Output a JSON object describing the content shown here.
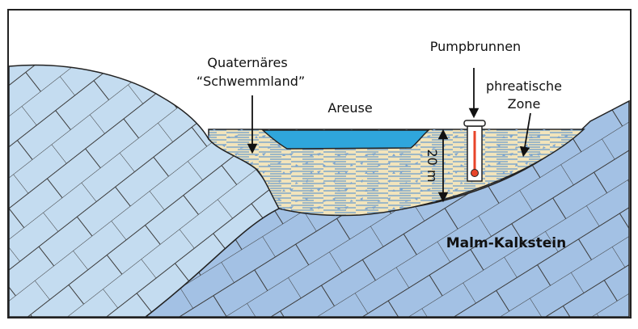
{
  "labels": {
    "quaternaer_line1": "Quaternäres",
    "quaternaer_line2": "“Schwemmland”",
    "areuse": "Areuse",
    "pumpbrunnen": "Pumpbrunnen",
    "phreatisch_line1": "phreatische",
    "phreatisch_line2": "Zone",
    "depth": "20 m",
    "malm": "Malm-Kalkstein"
  },
  "colors": {
    "frame": "#222222",
    "rock_left": "#c4dcf0",
    "rock_right": "#a3c1e4",
    "rock_lines": "#333333",
    "sediment": "#f2e4bb",
    "sediment_stripes": "#6a9ccd",
    "river": "#2fa6dc",
    "pump_fill": "#ffffff",
    "pump_marker": "#e8452a",
    "text": "#111111"
  },
  "icons": {
    "pump": "pump-well-icon",
    "depth": "double-arrow-icon"
  }
}
